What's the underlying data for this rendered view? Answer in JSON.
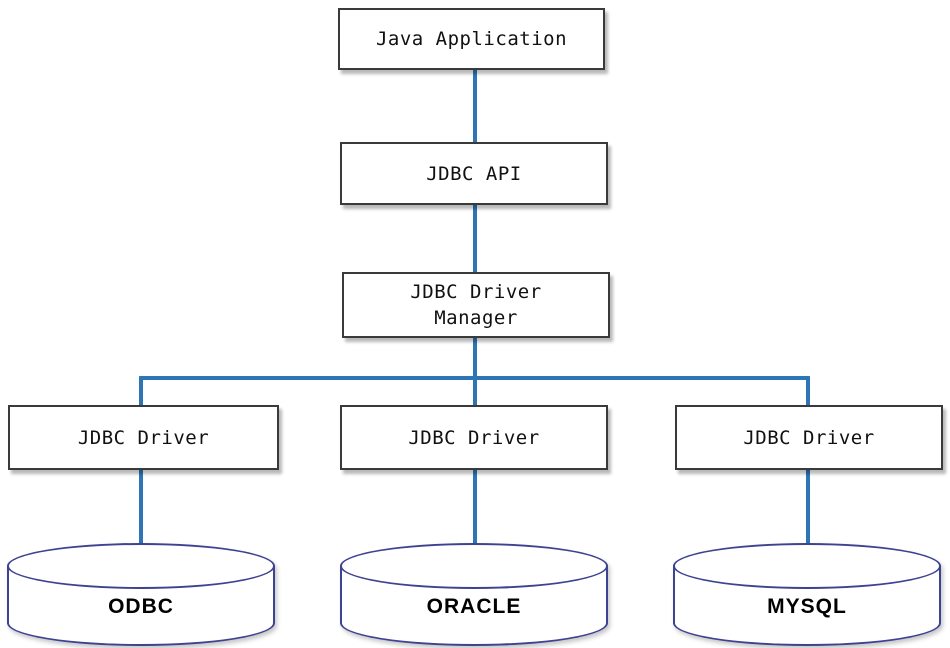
{
  "diagram": {
    "nodes": {
      "java_app": "Java Application",
      "jdbc_api": "JDBC API",
      "driver_manager_line1": "JDBC Driver",
      "driver_manager_line2": "Manager",
      "driver_left": "JDBC Driver",
      "driver_center": "JDBC Driver",
      "driver_right": "JDBC Driver",
      "db_left": "ODBC",
      "db_center": "ORACLE",
      "db_right": "MYSQL"
    }
  },
  "colors": {
    "connector": "#2E75B6",
    "box_border": "#3A3A3A",
    "cylinder_border": "#3D4291",
    "text": "#111111",
    "bg": "#FFFFFF"
  }
}
